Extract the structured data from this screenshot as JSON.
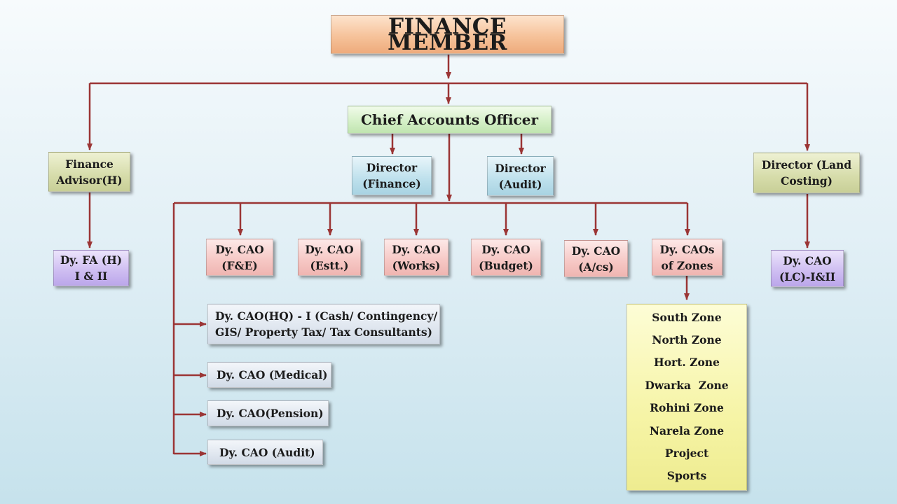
{
  "nodes": {
    "finance_member": "FINANCE MEMBER",
    "chief_accounts_officer": "Chief Accounts Officer",
    "finance_advisor": "Finance\nAdvisor(H)",
    "director_finance": "Director\n(Finance)",
    "director_audit": "Director\n(Audit)",
    "director_land_costing": "Director (Land\nCosting)",
    "dy_fa": "Dy. FA (H)\nI & II",
    "dy_cao_fe": "Dy. CAO\n(F&E)",
    "dy_cao_estt": "Dy. CAO\n(Estt.)",
    "dy_cao_works": "Dy. CAO\n(Works)",
    "dy_cao_budget": "Dy. CAO\n(Budget)",
    "dy_cao_acs": "Dy. CAO\n(A/cs)",
    "dy_caos_zones": "Dy. CAOs\nof Zones",
    "dy_cao_lc": "Dy. CAO\n(LC)-I&II",
    "dy_cao_hq": "Dy. CAO(HQ) - I (Cash/ Contingency/\nGIS/ Property Tax/ Tax Consultants)",
    "dy_cao_medical": "Dy. CAO (Medical)",
    "dy_cao_pension": "Dy. CAO(Pension)",
    "dy_cao_audit": "Dy. CAO (Audit)"
  },
  "zones": [
    "South Zone",
    "North Zone",
    "Hort. Zone",
    "Dwarka  Zone",
    "Rohini Zone",
    "Narela Zone",
    "Project",
    "Sports"
  ],
  "colors": {
    "connector": "#9b3535",
    "finance_member": "#f6c29a",
    "chief_accounts_officer": "#d3efc5",
    "directors_top": "#d6dcaa",
    "directors_mid": "#bde0ec",
    "dy_cao_row": "#f6c7c4",
    "dy_fa_lc": "#cdbcf1",
    "hq_list": "#dfe6ef",
    "zones": "#f6f4a6"
  }
}
